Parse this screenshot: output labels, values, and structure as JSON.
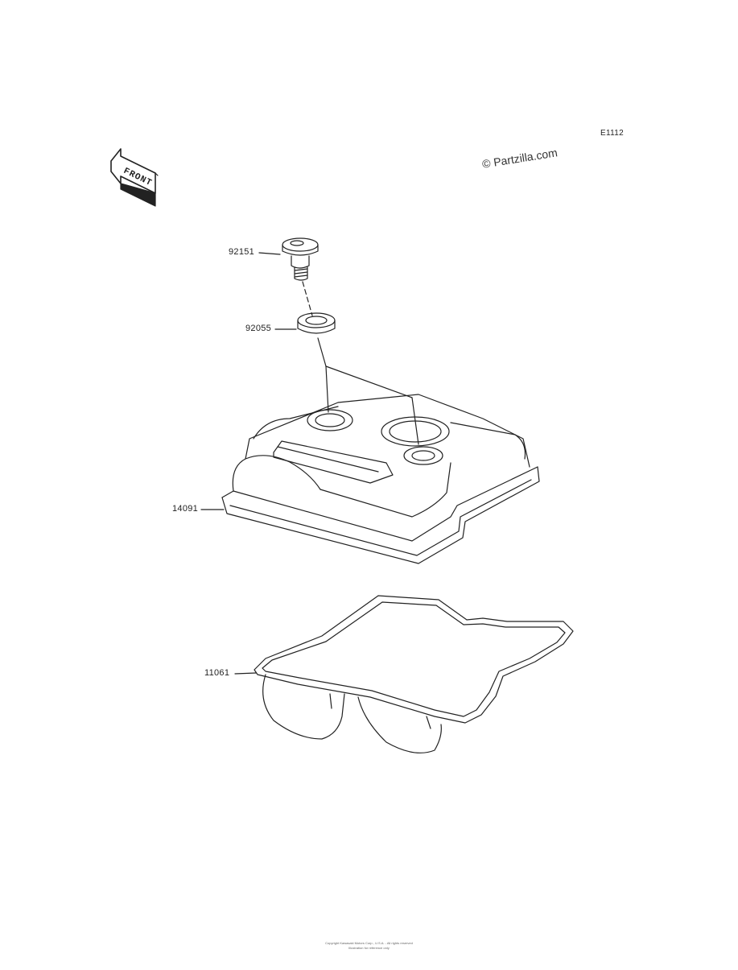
{
  "diagram": {
    "code": "E1112",
    "watermark": "© Partzilla.com",
    "front_label": "FRONT",
    "parts": [
      {
        "number": "92151"
      },
      {
        "number": "92055"
      },
      {
        "number": "14091"
      },
      {
        "number": "11061"
      }
    ],
    "footer": {
      "line1": "Copyright Kawasaki Motors Corp., U.S.A. - All rights reserved",
      "line2": "Illustration for reference only"
    }
  }
}
